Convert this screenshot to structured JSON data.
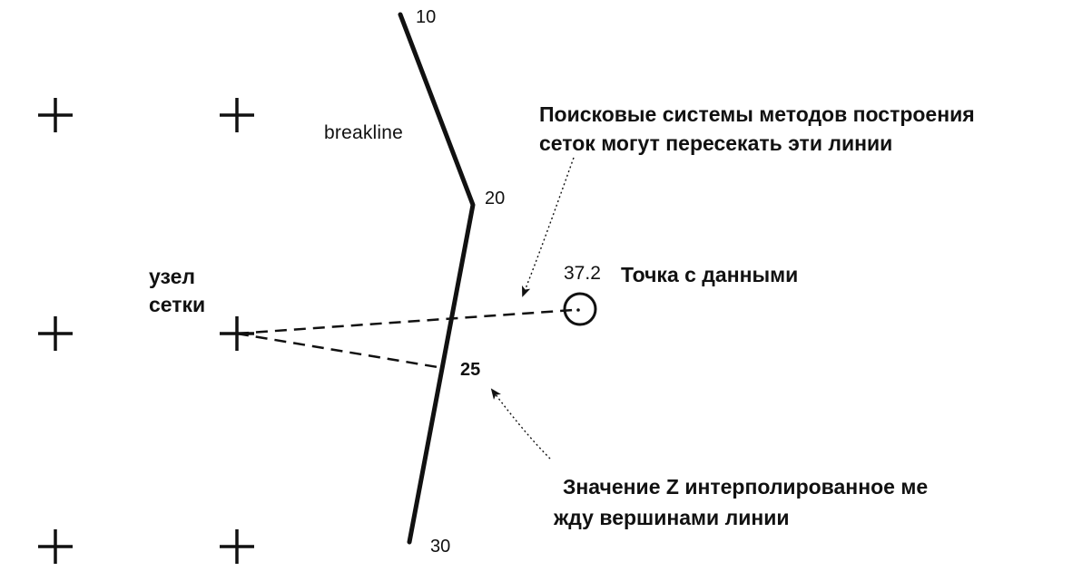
{
  "labels": {
    "vertex_top": "10",
    "vertex_bend": "20",
    "vertex_mid": "25",
    "vertex_bottom": "30",
    "breakline": "breakline",
    "grid_node_line1": "узел",
    "grid_node_line2": "сетки",
    "data_value": "37.2",
    "data_point": "Точка с данными",
    "search_note_line1": "Поисковые системы методов построения",
    "search_note_line2": "сеток могут пересекать эти линии",
    "z_note_line1": "Значение Z интерполированное ме",
    "z_note_line2": "жду вершинами линии"
  },
  "colors": {
    "ink": "#111111",
    "background": "#ffffff"
  }
}
